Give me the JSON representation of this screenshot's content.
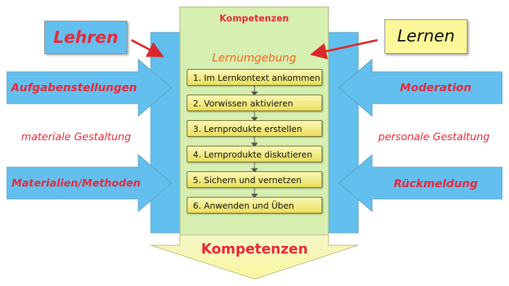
{
  "diagram": {
    "top_label": "Kompetenzen",
    "bottom_label": "Kompetenzen",
    "center_title": "Lernumgebung",
    "left_box": "Lehren",
    "right_box": "Lernen",
    "steps": [
      "1. Im Lernkontext ankommen",
      "2. Vorwissen aktivieren",
      "3. Lernprodukte erstellen",
      "4. Lernprodukte diskutieren",
      "5. Sichern und vernetzen",
      "6. Anwenden und Üben"
    ],
    "left": {
      "arrow_top": "Aufgabenstellungen",
      "middle": "materiale Gestaltung",
      "arrow_bottom": "Materialien/Methoden"
    },
    "right": {
      "arrow_top": "Moderation",
      "middle": "personale Gestaltung",
      "arrow_bottom": "Rückmeldung"
    }
  },
  "colors": {
    "blue_panel": "#63c0ee",
    "green_panel": "#d7efb0",
    "yellow_box": "#fbf79a",
    "text_red": "#e8283a",
    "title_orange": "#ee6a1e",
    "arrow_red": "#d9282c"
  }
}
